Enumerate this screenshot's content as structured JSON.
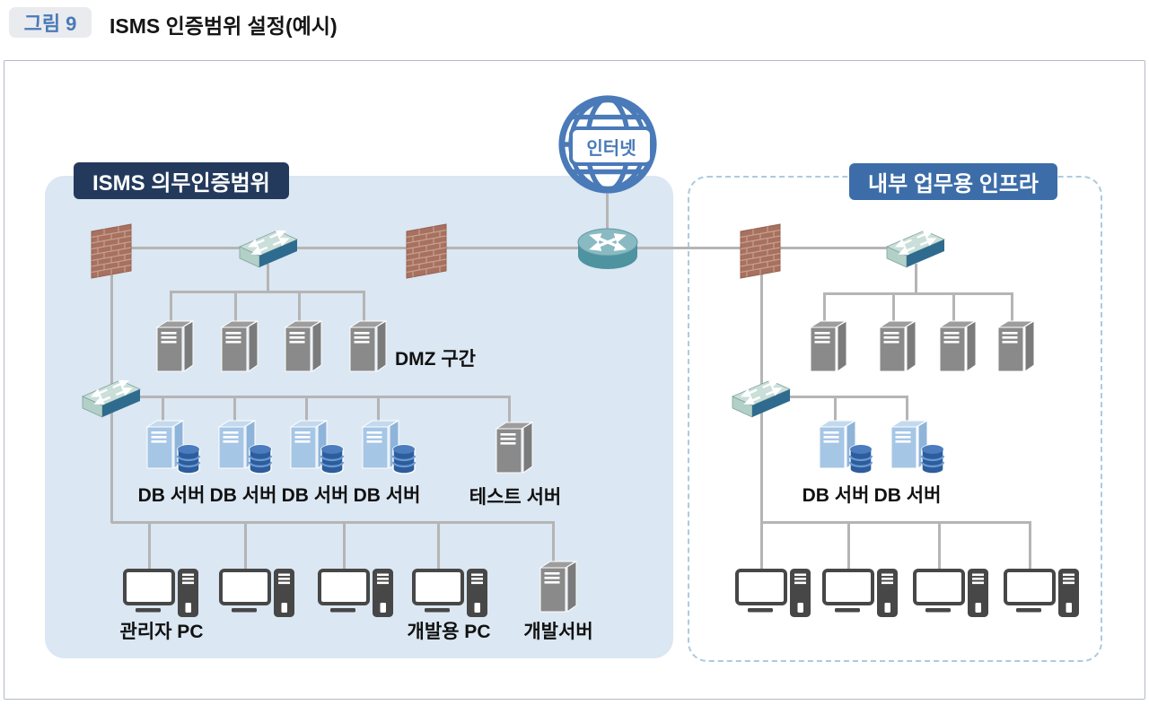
{
  "figure": {
    "badge": "그림 9",
    "title": "ISMS 인증범위 설정(예시)"
  },
  "internet": {
    "label": "인터넷"
  },
  "zones": {
    "isms": {
      "label": "ISMS 의무인증범위"
    },
    "internal": {
      "label": "내부 업무용 인프라"
    }
  },
  "node_labels": {
    "dmz": "DMZ 구간",
    "db_server": "DB 서버",
    "test_server": "테스트 서버",
    "admin_pc": "관리자 PC",
    "dev_pc": "개발용 PC",
    "dev_server": "개발서버"
  },
  "icons": {
    "globe": "globe-icon",
    "firewall": "firewall-icon",
    "switch": "switch-icon",
    "router": "router-icon",
    "server": "server-icon",
    "db_server": "db-server-icon",
    "pc": "pc-icon"
  },
  "colors": {
    "zone_fill": "#dbe7f2",
    "zone_dashed_border": "#aecade",
    "isms_header_bg": "#233a5c",
    "internal_header_bg": "#3c6da9",
    "globe_blue": "#4a7ab8",
    "connector_gray": "#b5b5b5",
    "firewall_brick": "#a7705f",
    "switch_teal": "#2f6b8e",
    "router_teal": "#4d93a0",
    "server_gray": "#8a8a8a",
    "db_server_blue": "#a6c6e6",
    "disk_navy": "#2e5d9e",
    "pc_dark": "#474747"
  }
}
